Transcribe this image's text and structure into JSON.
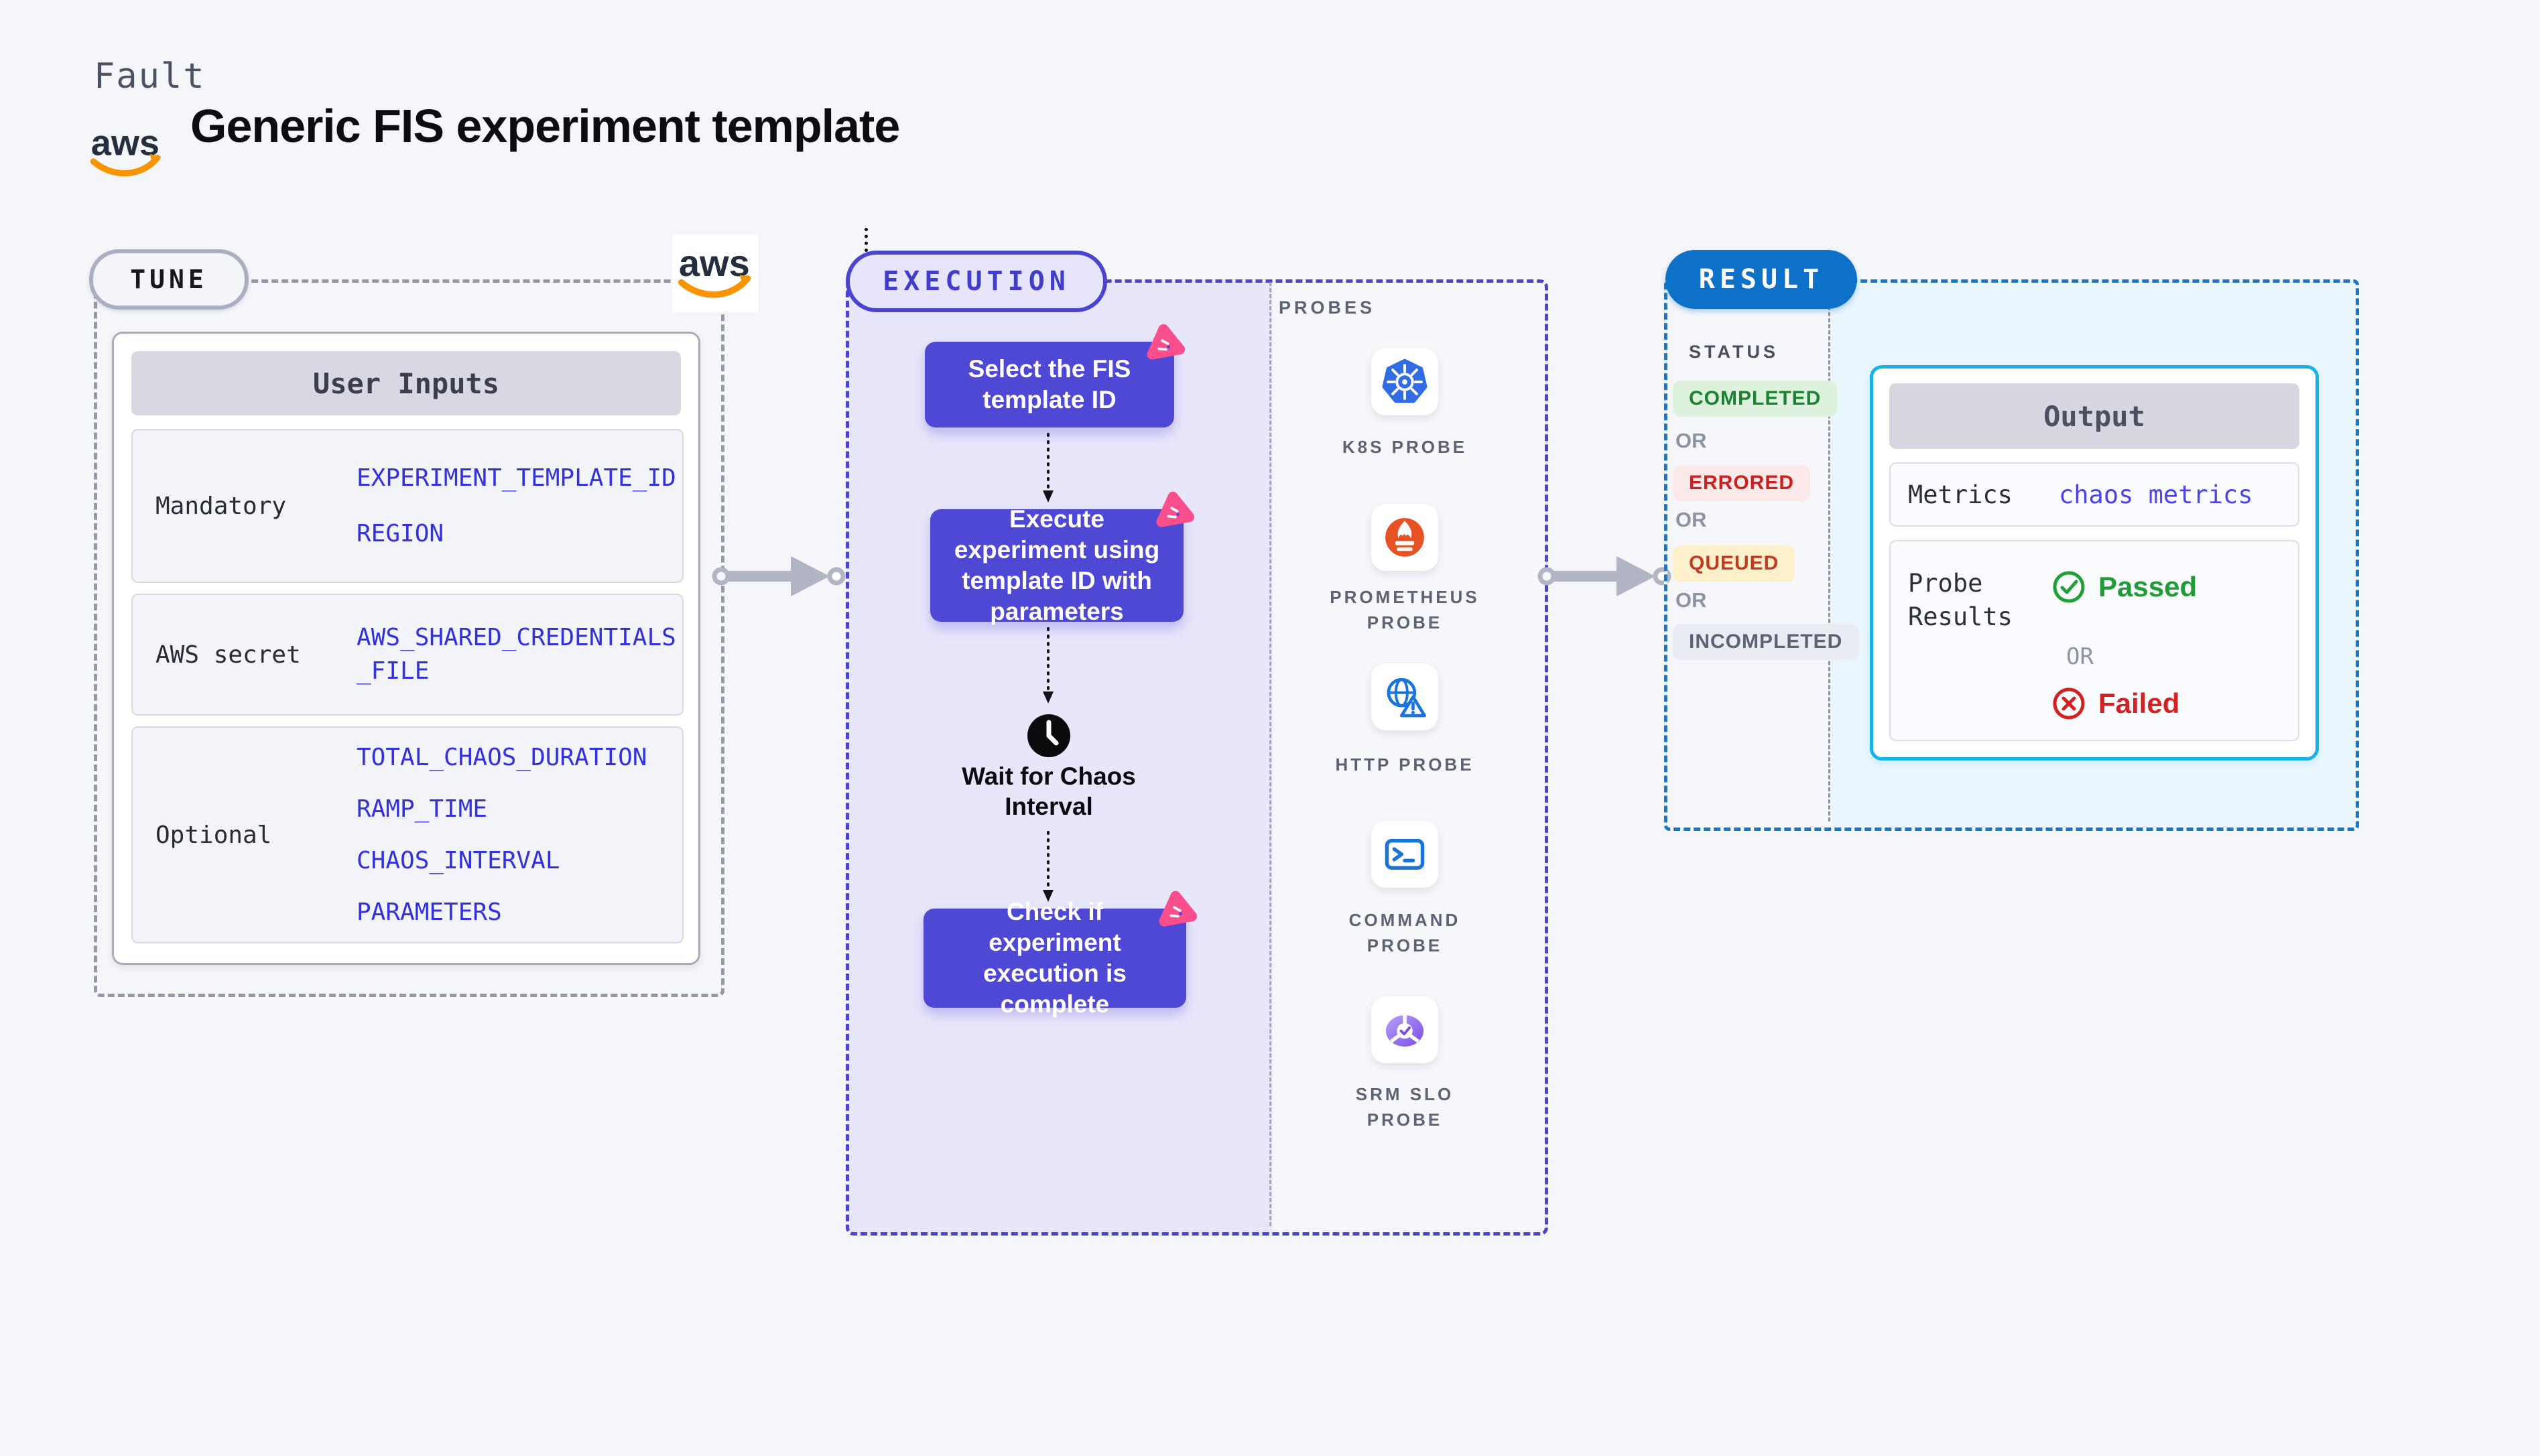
{
  "header": {
    "brand": "Fault",
    "title": "Generic FIS experiment template",
    "aws_wordmark": "aws"
  },
  "tune": {
    "pill": "TUNE",
    "table": {
      "header": "User Inputs",
      "rows": [
        {
          "label": "Mandatory",
          "values": [
            "EXPERIMENT_TEMPLATE_ID",
            "REGION"
          ]
        },
        {
          "label": "AWS secret",
          "values": [
            "AWS_SHARED_CREDENTIALS_FILE"
          ]
        },
        {
          "label": "Optional",
          "values": [
            "TOTAL_CHAOS_DURATION",
            "RAMP_TIME",
            "CHAOS_INTERVAL",
            "PARAMETERS"
          ]
        }
      ]
    }
  },
  "execution": {
    "pill": "EXECUTION",
    "steps": [
      "Select the FIS template ID",
      "Execute experiment using template ID with parameters",
      "Check if experiment execution is complete"
    ],
    "wait_label": "Wait for Chaos Interval"
  },
  "probes": {
    "heading": "PROBES",
    "items": [
      {
        "icon": "kubernetes-icon",
        "label": "K8S PROBE"
      },
      {
        "icon": "prometheus-icon",
        "label": "PROMETHEUS PROBE"
      },
      {
        "icon": "http-icon",
        "label": "HTTP PROBE"
      },
      {
        "icon": "command-icon",
        "label": "COMMAND PROBE"
      },
      {
        "icon": "srm-slo-icon",
        "label": "SRM SLO PROBE"
      }
    ]
  },
  "result": {
    "pill": "RESULT",
    "status_heading": "STATUS",
    "or": "OR",
    "statuses": [
      {
        "label": "COMPLETED",
        "bg": "#ddf2dd",
        "fg": "#1e8033"
      },
      {
        "label": "ERRORED",
        "bg": "#fbe9e9",
        "fg": "#cb2020"
      },
      {
        "label": "QUEUED",
        "bg": "#fdf0cb",
        "fg": "#c33a22"
      },
      {
        "label": "INCOMPLETED",
        "bg": "#eaecf3",
        "fg": "#5c6372"
      }
    ],
    "output": {
      "header": "Output",
      "metrics_label": "Metrics",
      "metrics_value": "chaos metrics",
      "probe_results_label_line1": "Probe",
      "probe_results_label_line2": "Results",
      "passed": "Passed",
      "or": "OR",
      "failed": "Failed"
    }
  },
  "colors": {
    "page_bg": "#f5f6fa",
    "accent_indigo": "#4a45d1",
    "step_purple": "#4f48d5",
    "accent_blue": "#0e71c8",
    "accent_cyan": "#16b2e8",
    "badge_pink": "#fb4f8d",
    "aws_orange": "#f79400",
    "green": "#1f9c35",
    "red": "#d32020"
  }
}
